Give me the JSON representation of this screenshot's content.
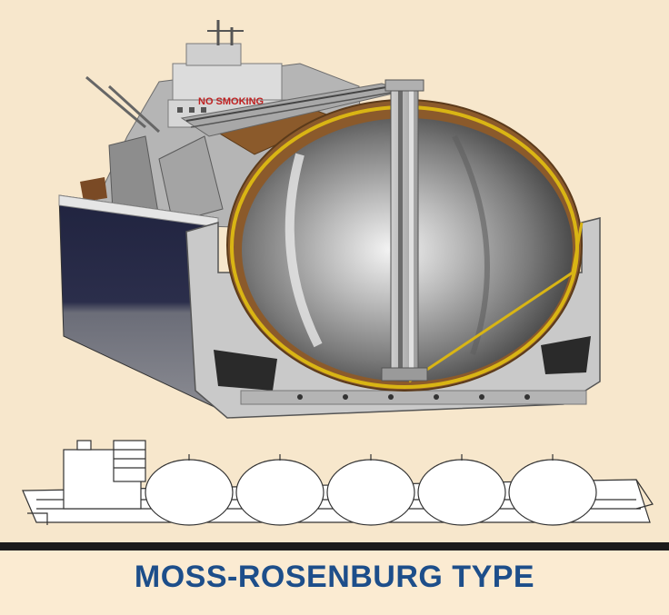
{
  "figure": {
    "hull_label": "NO SMOKING",
    "caption": "MOSS-ROSENBURG TYPE",
    "caption_color": "#1d4e8a",
    "background": "#f7e7cc",
    "profile_tank_count": 5
  }
}
